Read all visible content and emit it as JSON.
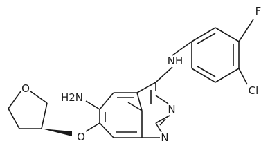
{
  "labels": {
    "fluorine": "F",
    "chlorine": "Cl",
    "amine_nh": "NH",
    "amine_nh2": "H2N",
    "nitrogen_upper": "N",
    "nitrogen_lower": "N",
    "ether_oxygen": "O",
    "ring_oxygen": "O"
  },
  "colors": {
    "bond": "#1a1a1a",
    "background": "#ffffff"
  }
}
